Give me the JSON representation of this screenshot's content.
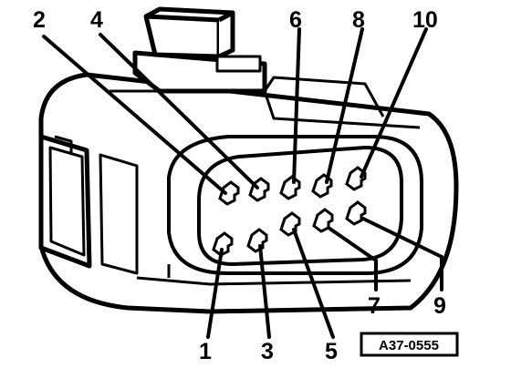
{
  "figure": {
    "pin_labels": {
      "p1": "1",
      "p2": "2",
      "p3": "3",
      "p4": "4",
      "p5": "5",
      "p6": "6",
      "p7": "7",
      "p8": "8",
      "p9": "9",
      "p10": "10"
    },
    "reference_code": "A37-0555"
  }
}
